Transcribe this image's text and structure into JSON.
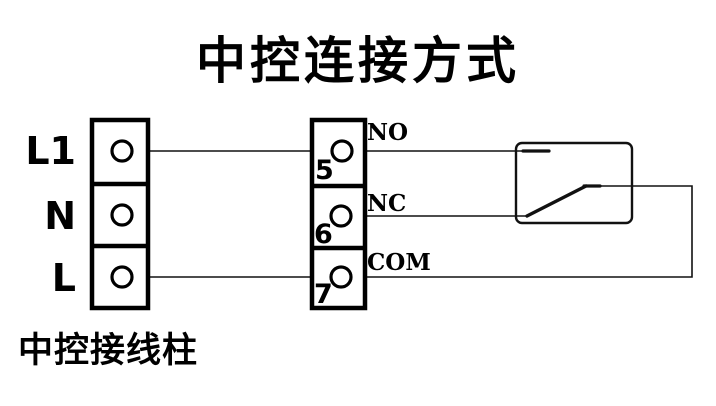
{
  "title": "中控连接方式",
  "caption": "中控接线柱",
  "colors": {
    "background": "#ffffff",
    "ink": "#000000",
    "wire": "#111111"
  },
  "source_block": {
    "name": "中控接线柱",
    "terminals": [
      {
        "label": "L1",
        "wired": true
      },
      {
        "label": "N",
        "wired": false
      },
      {
        "label": "L",
        "wired": true
      }
    ]
  },
  "relay_block": {
    "terminals": [
      {
        "number": "5",
        "contact": "NO"
      },
      {
        "number": "6",
        "contact": "NC"
      },
      {
        "number": "7",
        "contact": "COM"
      }
    ]
  },
  "relay_symbol": {
    "name": "relay-contact-symbol",
    "state": "changeover"
  },
  "connections": [
    {
      "from": "L1",
      "to": "5"
    },
    {
      "from": "L",
      "to": "7"
    },
    {
      "from": "5",
      "to": "relay-no-contact"
    },
    {
      "from": "6",
      "to": "relay-nc-contact"
    },
    {
      "from": "7",
      "to": "relay-common-contact"
    }
  ]
}
